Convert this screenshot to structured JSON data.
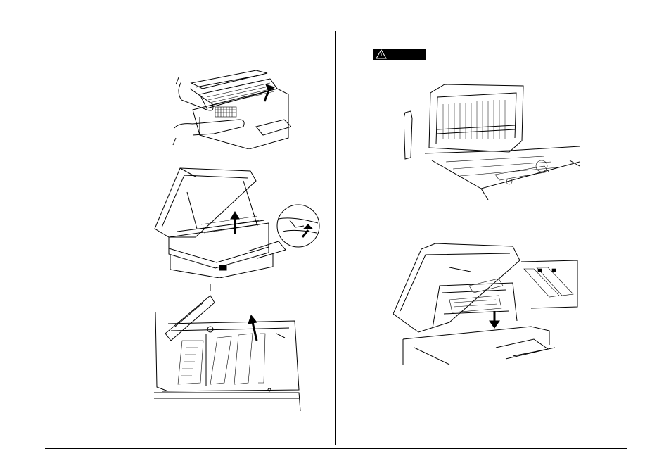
{
  "page": {
    "caution_badge": {
      "icon": "warning-triangle-icon",
      "color": "#000000",
      "label": ""
    }
  },
  "figures": [
    {
      "name": "fax-open-control-panel-illustration"
    },
    {
      "name": "fax-open-printer-cover-illustration"
    },
    {
      "name": "fax-remove-cartridge-illustration"
    },
    {
      "name": "fax-interior-view-illustration"
    },
    {
      "name": "fax-install-cartridge-illustration"
    }
  ]
}
